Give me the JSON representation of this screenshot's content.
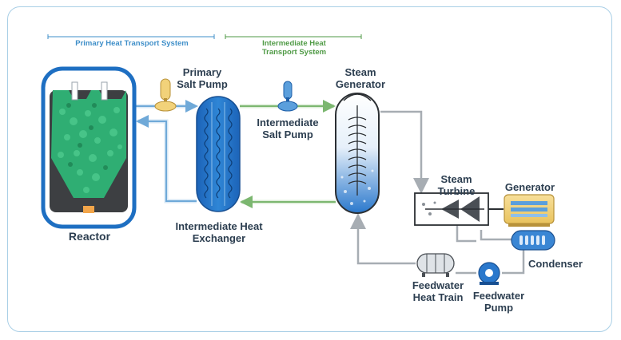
{
  "systems": {
    "primary": {
      "text": "Primary Heat Transport System",
      "color": "#3f8fc9"
    },
    "intermediate": {
      "line1": "Intermediate Heat",
      "line2": "Transport System",
      "color": "#4f9a45"
    }
  },
  "labels": {
    "reactor": "Reactor",
    "primary_pump": {
      "line1": "Primary",
      "line2": "Salt Pump"
    },
    "intermediate_pump": {
      "line1": "Intermediate",
      "line2": "Salt Pump"
    },
    "steam_generator": {
      "line1": "Steam",
      "line2": "Generator"
    },
    "heat_exchanger": {
      "line1": "Intermediate Heat",
      "line2": "Exchanger"
    },
    "steam_turbine": {
      "line1": "Steam",
      "line2": "Turbine"
    },
    "generator": "Generator",
    "condenser": "Condenser",
    "feedwater_heat_train": {
      "line1": "Feedwater",
      "line2": "Heat Train"
    },
    "feedwater_pump": {
      "line1": "Feedwater",
      "line2": "Pump"
    }
  },
  "colors": {
    "primary_loop": "#6fa9d8",
    "intermediate_loop": "#7cb770",
    "water_loop": "#a7adb3",
    "vessel_blue": "#1e6fc2",
    "pebble_green": "#2fae73",
    "pump_yellow": "#f2d27a",
    "label_text": "#2c3e50"
  }
}
